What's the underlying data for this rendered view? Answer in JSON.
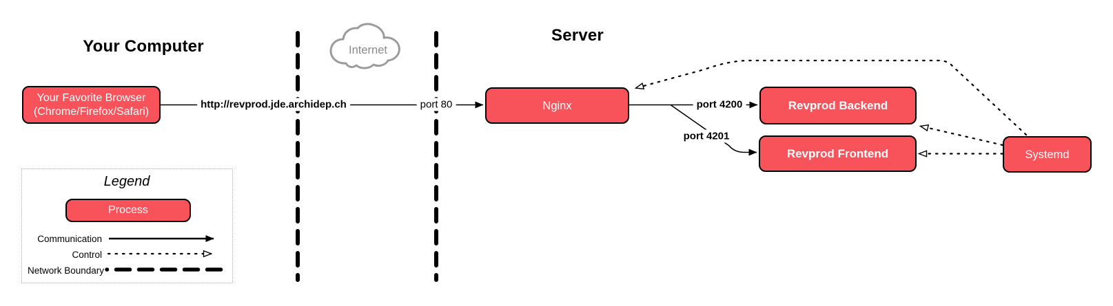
{
  "titles": {
    "your_computer": "Your Computer",
    "server": "Server"
  },
  "internet_label": "Internet",
  "nodes": {
    "browser_line1": "Your Favorite Browser",
    "browser_line2": "(Chrome/Firefox/Safari)",
    "nginx": "Nginx",
    "backend": "Revprod Backend",
    "frontend": "Revprod Frontend",
    "systemd": "Systemd"
  },
  "edge_labels": {
    "browser_url": "http://revprod.jde.archidep.ch",
    "port_80": "port 80",
    "port_4200": "port 4200",
    "port_4201": "port 4201"
  },
  "legend": {
    "title": "Legend",
    "process": "Process",
    "rows": [
      {
        "label": "Communication",
        "line_style": "solid-arrow"
      },
      {
        "label": "Control",
        "line_style": "dotted-arrow"
      },
      {
        "label": "Network Boundary",
        "line_style": "bold-dashed"
      }
    ]
  },
  "colors": {
    "process-fill": "#F8525A",
    "process-stroke": "#000000",
    "process-text": "#FFFFFF",
    "line-color": "#000000",
    "cloud-stroke": "#9B9B9B",
    "cloud-text": "#8A8A8A",
    "legend-border": "#AAAAAA"
  }
}
